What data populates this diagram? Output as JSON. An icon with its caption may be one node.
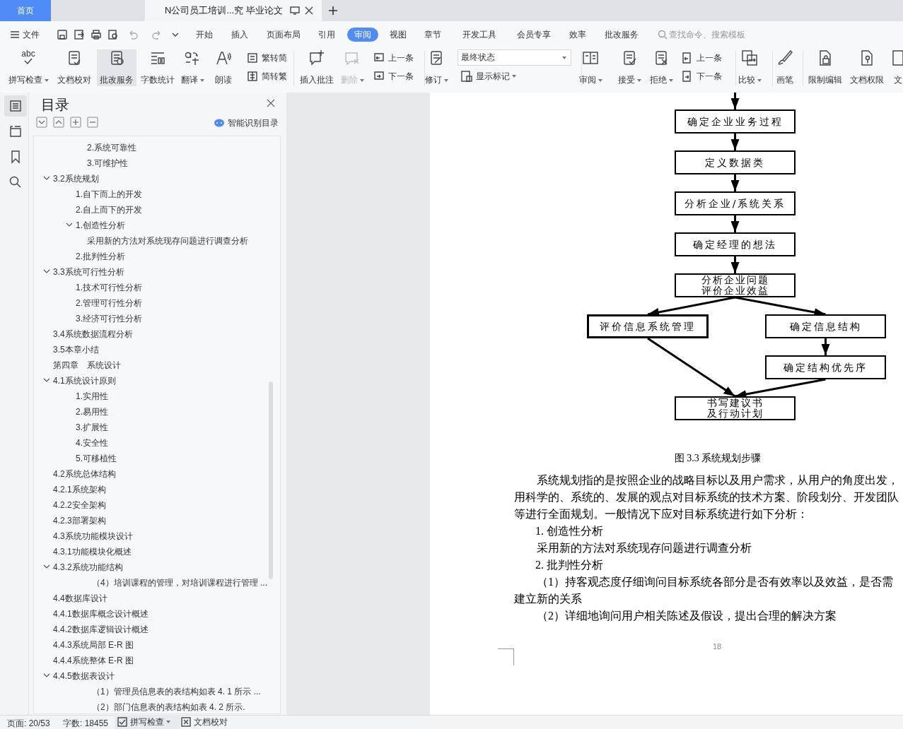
{
  "diagram": {
    "caption": "图 3.3 系统规划步骤",
    "nodes": [
      {
        "text": [
          "确定企业业务过程"
        ]
      },
      {
        "text": [
          "定义数据类"
        ]
      },
      {
        "text": [
          "分析企业/系统关系"
        ]
      },
      {
        "text": [
          "确定经理的想法"
        ]
      },
      {
        "text": [
          "分析企业问题评价企业效益"
        ]
      },
      {
        "text": [
          "评价信息系统管理"
        ]
      },
      {
        "text": [
          "确定信息结构"
        ]
      },
      {
        "text": [
          "确定结构优先序"
        ]
      },
      {
        "text": [
          "书写建议书及行动计划"
        ]
      }
    ],
    "edges": [
      {
        "from": null,
        "to": 0,
        "arrow": "to"
      },
      {
        "from": 0,
        "to": 1,
        "arrow": "to"
      },
      {
        "from": 1,
        "to": 2,
        "arrow": "to"
      },
      {
        "from": 2,
        "to": 3,
        "arrow": "to"
      },
      {
        "from": 3,
        "to": 4,
        "arrow": "to"
      },
      {
        "from": 4,
        "to": 5,
        "arrow": "to"
      },
      {
        "from": 4,
        "to": 6,
        "arrow": "to"
      },
      {
        "from": 6,
        "to": 7,
        "arrow": "to"
      },
      {
        "from": 5,
        "to": 8,
        "arrow": "to"
      },
      {
        "from": 7,
        "to": 8,
        "arrow": "to"
      }
    ],
    "labels": [
      "首页",
      "N公司员工培训...究 毕业论文",
      "文件",
      "开始",
      "插入",
      "页面布局",
      "引用",
      "审阅",
      "视图",
      "章节",
      "开发工具",
      "会员专享",
      "效率",
      "批改服务",
      "查找命令、搜索模板",
      "abc",
      "拼写检查",
      "文档校对",
      "批改服务",
      "字数统计",
      "翻译",
      "朗读",
      "繁转简",
      "简转繁",
      "插入批注",
      "删除",
      "上一条",
      "下一条",
      "修订",
      "最终状态",
      "显示标记",
      "审阅",
      "接受",
      "拒绝",
      "上一条",
      "下一条",
      "比较",
      "画笔",
      "限制编辑",
      "文档权限",
      "文",
      "目录",
      "智能识别目录",
      "2.系统可靠性",
      "3.可维护性",
      "3.2系统规划",
      "1.自下而上的开发",
      "2.自上而下的开发",
      "1.创造性分析",
      "采用新的方法对系统现存问题进行调查分析",
      "2.批判性分析",
      "3.3系统可行性分析",
      "1.技术可行性分析",
      "2.管理可行性分析",
      "3.经济可行性分析",
      "3.4系统数据流程分析",
      "3.5本章小结",
      "第四章　系统设计",
      "4.1系统设计原则",
      "1.实用性",
      "2.易用性",
      "3.扩展性",
      "4.安全性",
      "5.可移植性",
      "4.2系统总体结构",
      "4.2.1系统架构",
      "4.2.2安全架构",
      "4.2.3部署架构",
      "4.3系统功能模块设计",
      "4.3.1功能模块化概述",
      "4.3.2系统功能结构",
      "（4）培训课程的管理，对培训课程进行管理 ...",
      "4.4数据库设计",
      "4.4.1数据库概念设计概述",
      "4.4.2数据库逻辑设计概述",
      "4.4.3系统局部 E-R 图",
      "4.4.4系统整体 E-R 图",
      "4.4.5数据表设计",
      "（1）管理员信息表的表结构如表 4. 1 所示 ...",
      "（2）部门信息表的表结构如表 4. 2 所示.",
      "系统规划指的是按照企业的战略目标以及用户需求，从用户的角度出发，用科学的、系统的、发展的观点对目标系统的技术方案、阶段划分、开发团队等进行全面规划。一般情况下应对目标系统进行如下分析：",
      "1. 创造性分析",
      "采用新的方法对系统现存问题进行调查分析",
      "2. 批判性分析",
      "（1）持客观态度仔细询问目标系统各部分是否有效率以及效益，是否需建立新的关系",
      "（2）详细地询问用户相关陈述及假设，提出合理的解决方案",
      "18",
      "页面: 20/53",
      "字数: 18455",
      "拼写检查",
      "文档校对"
    ]
  }
}
